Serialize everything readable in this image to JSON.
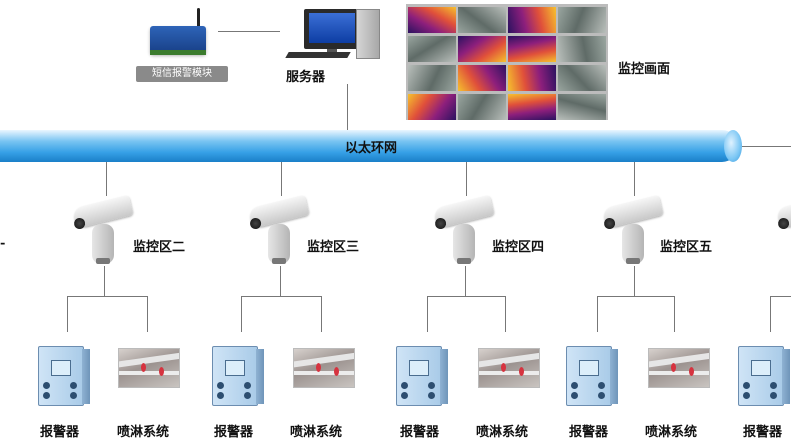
{
  "sms_module": {
    "label": "短信报警模块"
  },
  "server": {
    "label": "服务器"
  },
  "monitor_wall": {
    "label": "监控画面",
    "tiles": [
      "thermal",
      "site",
      "thermal",
      "site",
      "site",
      "thermal",
      "thermal",
      "site",
      "site",
      "thermal",
      "thermal",
      "site",
      "thermal",
      "site",
      "thermal",
      "site"
    ]
  },
  "network": {
    "label": "以太环网"
  },
  "zones": [
    {
      "label": "监控区二",
      "alarm_label": "报警器",
      "sprinkler_label": "喷淋系统"
    },
    {
      "label": "监控区三",
      "alarm_label": "报警器",
      "sprinkler_label": "喷淋系统"
    },
    {
      "label": "监控区四",
      "alarm_label": "报警器",
      "sprinkler_label": "喷淋系统"
    },
    {
      "label": "监控区五",
      "alarm_label": "报警器",
      "sprinkler_label": "喷淋系统"
    },
    {
      "label": "",
      "alarm_label": "报警器",
      "sprinkler_label": ""
    }
  ],
  "colors": {
    "network_pipe": "#36a0e6",
    "thermal": "#c2306a",
    "site": "#7c8a86",
    "alarm_body": "#a9cbe8"
  }
}
